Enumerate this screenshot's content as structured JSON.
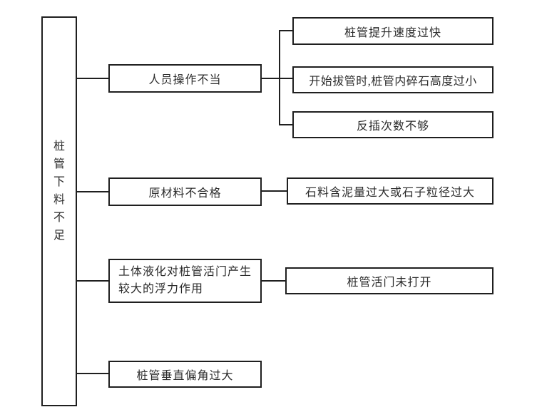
{
  "figure": {
    "background": "#ffffff",
    "line_color": "#1f1f1f",
    "text_color": "#2b2b2b",
    "root": {
      "label": "桩管下料不足"
    },
    "causes": [
      {
        "label": "人员操作不当",
        "sub": [
          "桩管提升速度过快",
          "开始拔管时,桩管内碎石高度过小",
          "反插次数不够"
        ]
      },
      {
        "label": "原材料不合格",
        "sub": [
          "石料含泥量过大或石子粒径过大"
        ]
      },
      {
        "label": "土体液化对桩管活门产生较大的浮力作用",
        "lines": [
          "土体液化对桩管活门产生",
          "较大的浮力作用"
        ],
        "sub": [
          "桩管活门未打开"
        ]
      },
      {
        "label": "桩管垂直偏角过大",
        "sub": []
      }
    ]
  }
}
